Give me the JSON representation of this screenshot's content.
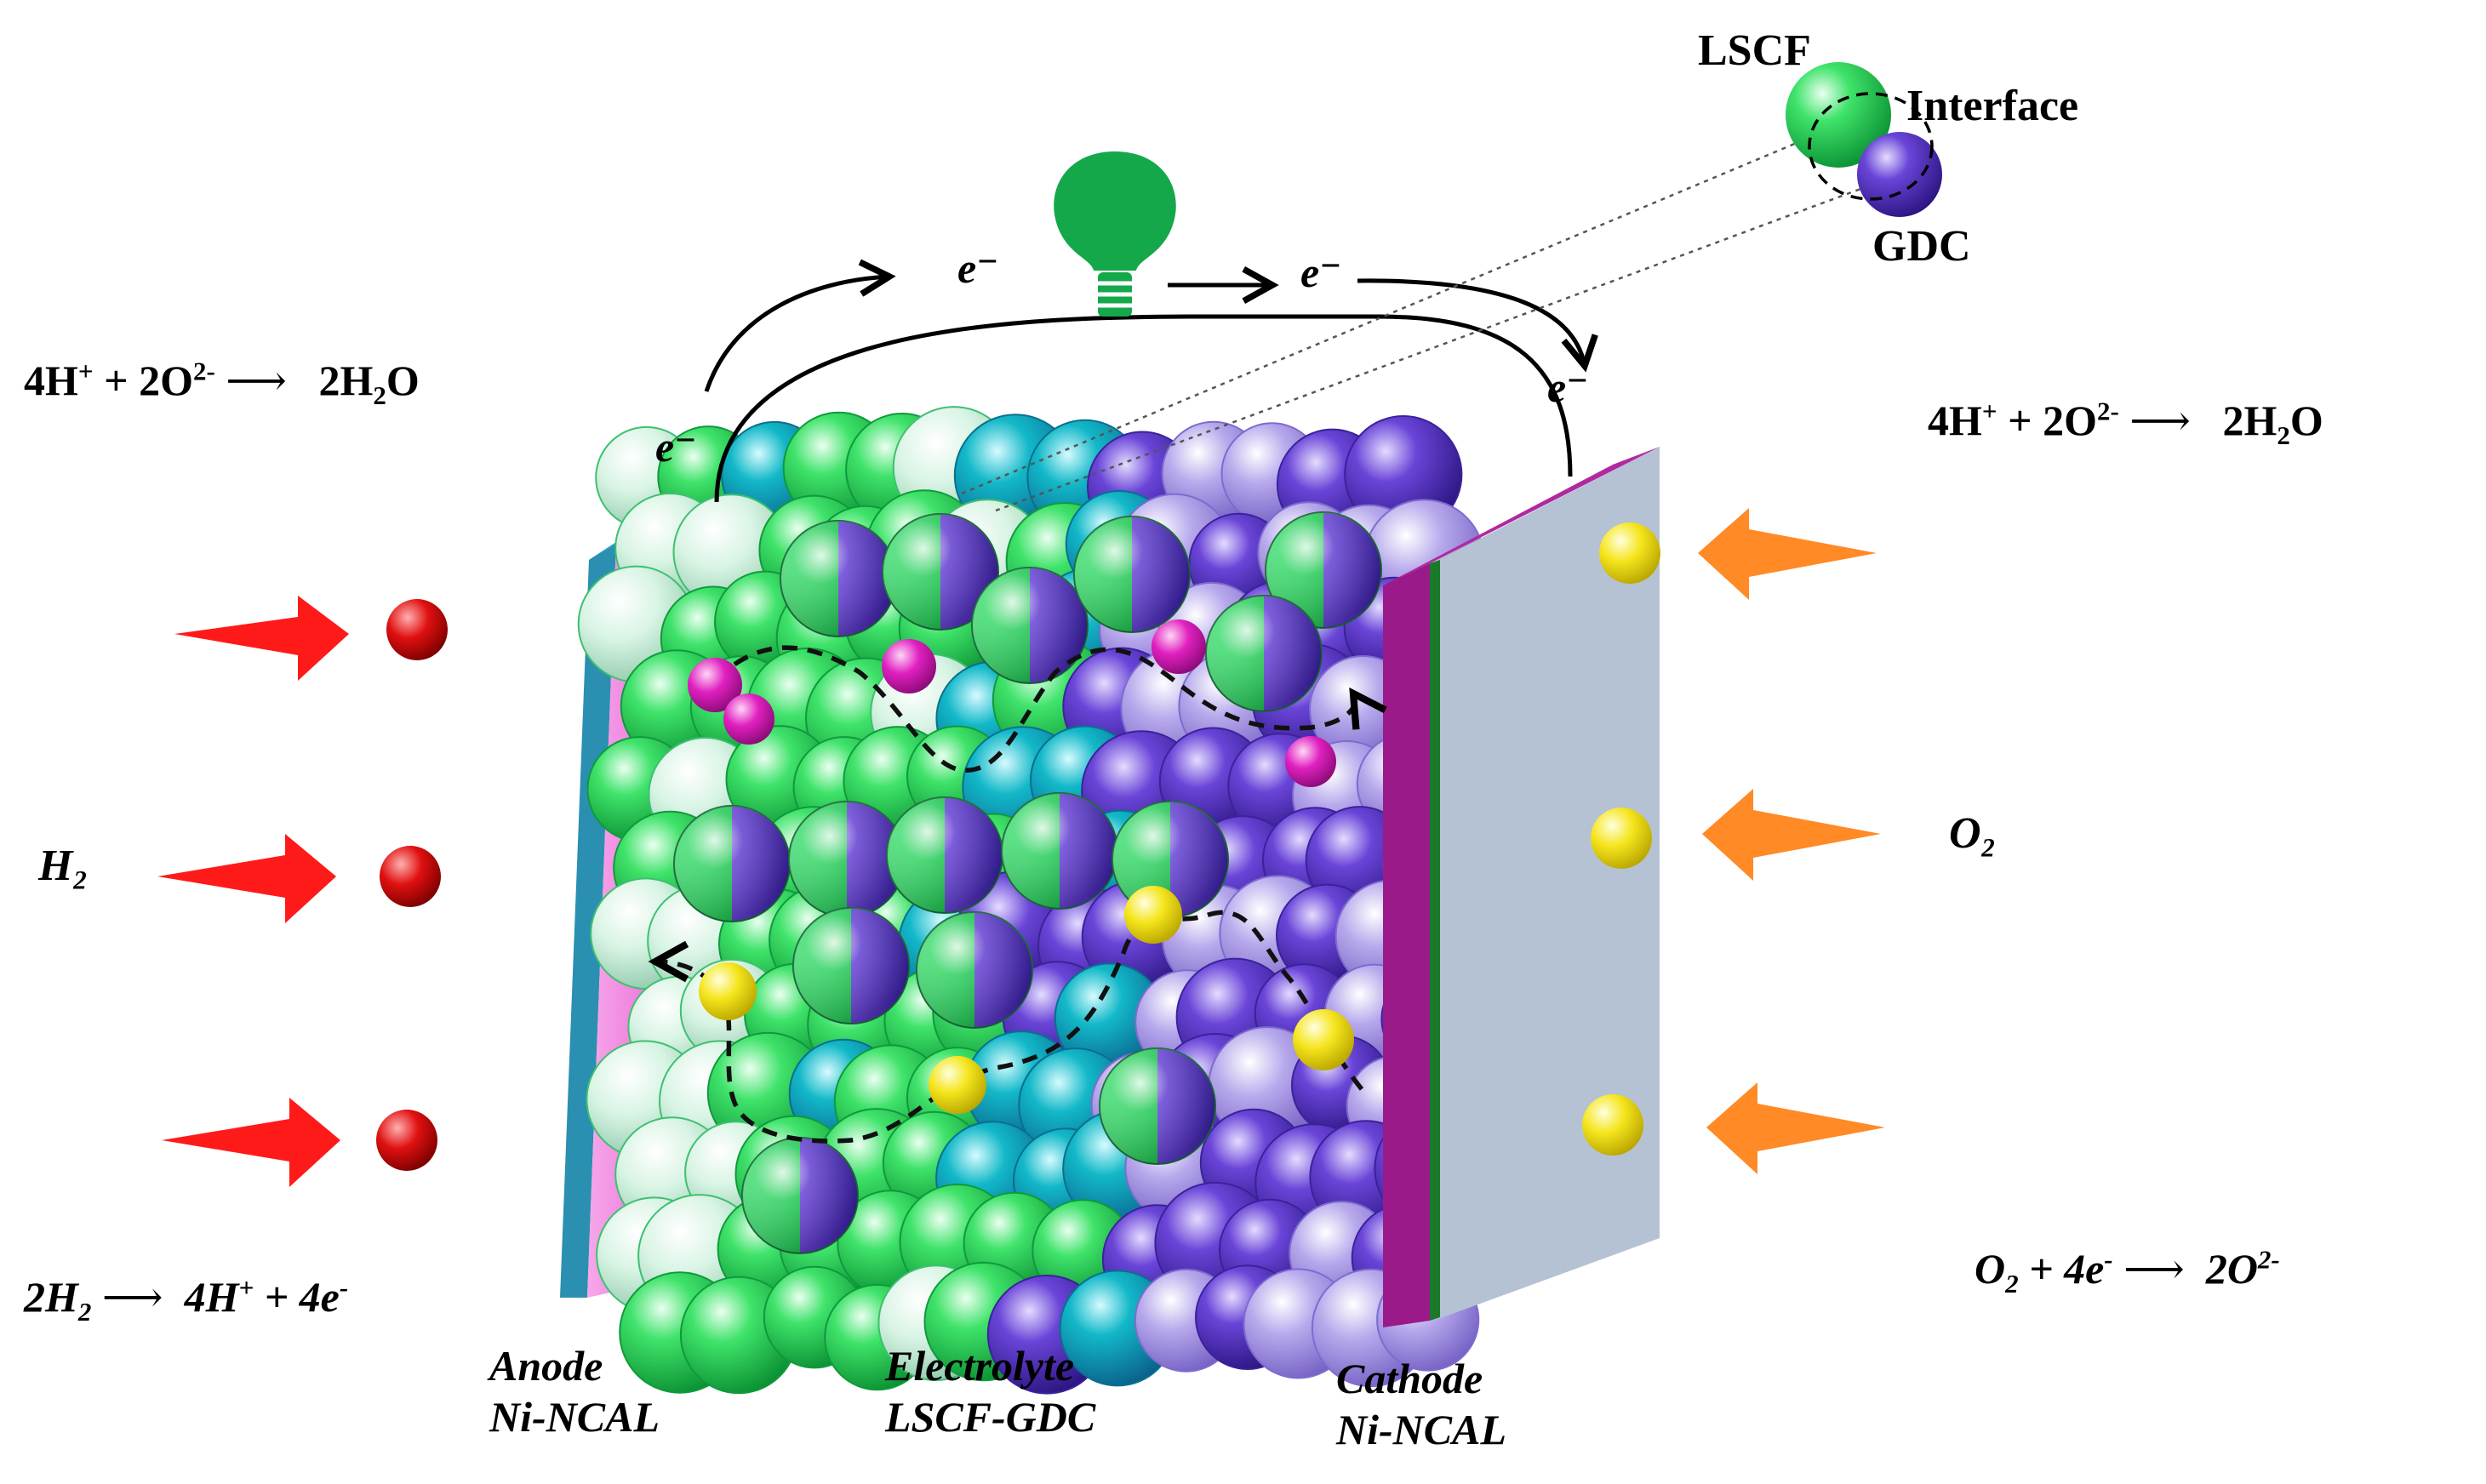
{
  "equations": {
    "anode_water": "4H⁺ + 2O²⁻ ⟶ 2H₂O",
    "cathode_water": "4H⁺ + 2O²⁻ ⟶ 2H₂O",
    "hydrogen_oxidation": "2H₂ ⟶ 4H⁺ + 4e⁻",
    "oxygen_reduction": "O₂ + 4e⁻ ⟶ 2O²⁻"
  },
  "reactants": {
    "fuel": "H₂",
    "oxidant": "O₂"
  },
  "electron_label": "e⁻",
  "components": {
    "anode": {
      "name": "Anode",
      "material": "Ni-NCAL"
    },
    "electrolyte": {
      "name": "Electrolyte",
      "material": "LSCF-GDC"
    },
    "cathode": {
      "name": "Cathode",
      "material": "Ni-NCAL"
    }
  },
  "inset": {
    "lscf": "LSCF",
    "interface": "Interface",
    "gdc": "GDC"
  },
  "colors": {
    "anode_edge": "#2a8fb0",
    "anode_face": "#e84fd0",
    "cathode_edge": "#9b1a8a",
    "cathode_face": "#b5c2d4",
    "lscf_green": "#1fd14f",
    "gdc_purple": "#5b35c9",
    "proton_magenta": "#e020c0",
    "oxygen_ion_yellow": "#f2e21a",
    "hydrogen_red": "#e01010",
    "fuel_arrow": "#ff1a1a",
    "air_arrow": "#ff8a26",
    "bulb_green": "#14a84a"
  }
}
